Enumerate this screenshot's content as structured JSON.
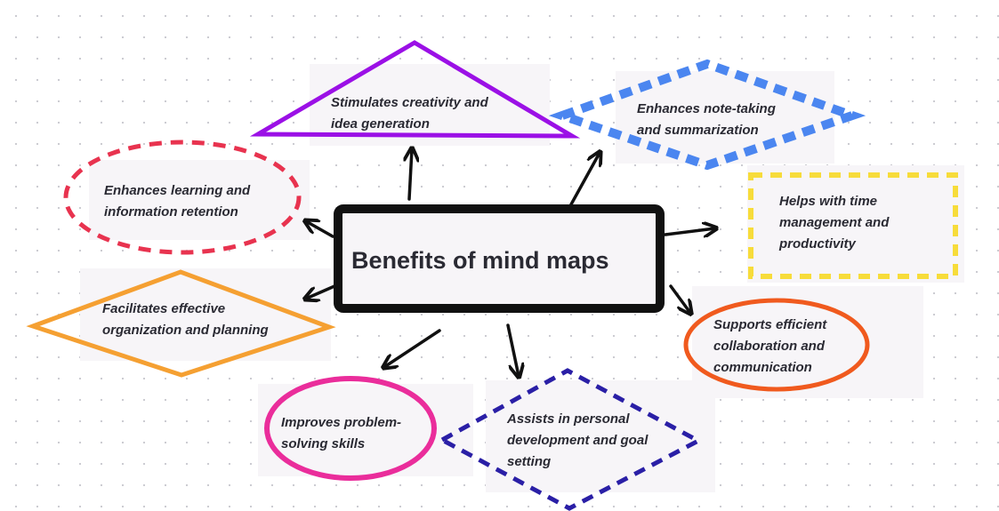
{
  "central_topic": "Benefits of mind maps",
  "benefits": [
    {
      "id": "creativity",
      "text": "Stimulates creativity and\nidea generation",
      "shape": "triangle",
      "border": "solid",
      "color": "#9b10e6"
    },
    {
      "id": "note-taking",
      "text": "Enhances note-taking\nand summarization",
      "shape": "diamond",
      "border": "dashed",
      "color": "#4b86f0"
    },
    {
      "id": "learning",
      "text": "Enhances learning and\ninformation retention",
      "shape": "ellipse",
      "border": "dashed",
      "color": "#e8334f"
    },
    {
      "id": "time-management",
      "text": "Helps with time\nmanagement and\nproductivity",
      "shape": "rectangle",
      "border": "dashed",
      "color": "#f7dc3a"
    },
    {
      "id": "organization",
      "text": "Facilitates effective\norganization and planning",
      "shape": "diamond",
      "border": "solid",
      "color": "#f5a032"
    },
    {
      "id": "collaboration",
      "text": "Supports efficient\ncollaboration and\ncommunication",
      "shape": "ellipse",
      "border": "solid",
      "color": "#f05a1e"
    },
    {
      "id": "problem-solving",
      "text": "Improves problem-\nsolving skills",
      "shape": "circle",
      "border": "solid",
      "color": "#ea2d9b"
    },
    {
      "id": "personal-development",
      "text": "Assists in personal\ndevelopment and goal\nsetting",
      "shape": "diamond",
      "border": "dashed",
      "color": "#2a1fa6"
    }
  ]
}
